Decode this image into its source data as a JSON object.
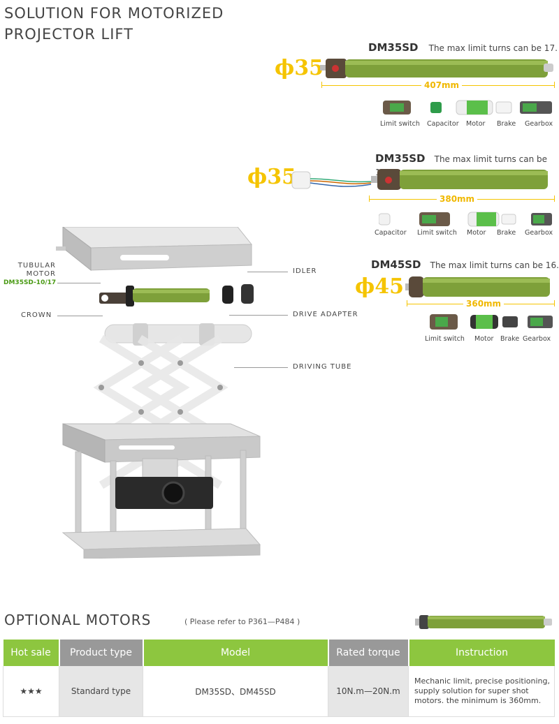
{
  "title": {
    "line1": "SOLUTION FOR MOTORIZED",
    "line2": "PROJECTOR LIFT"
  },
  "models": [
    {
      "name": "DM35SD",
      "note": "The max limit turns can be 17.",
      "diameter": "ϕ35",
      "length": "407mm",
      "parts": [
        "Limit switch",
        "Capacitor",
        "Motor",
        "Brake",
        "Gearbox"
      ]
    },
    {
      "name": "DM35SD",
      "note": "The max limit turns can be 17.",
      "diameter": "ϕ35",
      "length": "380mm",
      "parts": [
        "Capacitor",
        "Limit switch",
        "Motor",
        "Brake",
        "Gearbox"
      ]
    },
    {
      "name": "DM45SD",
      "note": "The max limit turns can be 16.",
      "diameter": "ϕ45",
      "length": "360mm",
      "parts": [
        "Limit switch",
        "Motor",
        "Brake",
        "Gearbox"
      ]
    }
  ],
  "diagram": {
    "tubular_motor": "TUBULAR MOTOR",
    "motor_model": "DM35SD-10/17",
    "crown": "CROWN",
    "idler": "IDLER",
    "drive_adapter": "DRIVE ADAPTER",
    "driving_tube": "DRIVING TUBE"
  },
  "optional": {
    "title": "OPTIONAL  MOTORS",
    "note": "( Please refer to P361—P484 )"
  },
  "table": {
    "headers": [
      "Hot sale",
      "Product type",
      "Model",
      "Rated torque",
      "Instruction"
    ],
    "row": {
      "hot_sale": "★★★",
      "product_type": "Standard type",
      "model": "DM35SD、DM45SD",
      "torque": "10N.m—20N.m",
      "instruction": "Mechanic limit, precise positioning, supply solution for super shot motors. the minimum is 360mm."
    }
  },
  "colors": {
    "accent_green": "#8dc63f",
    "motor_green": "#7ea03a",
    "dimension_yellow": "#f5c400",
    "header_gray": "#999999"
  }
}
